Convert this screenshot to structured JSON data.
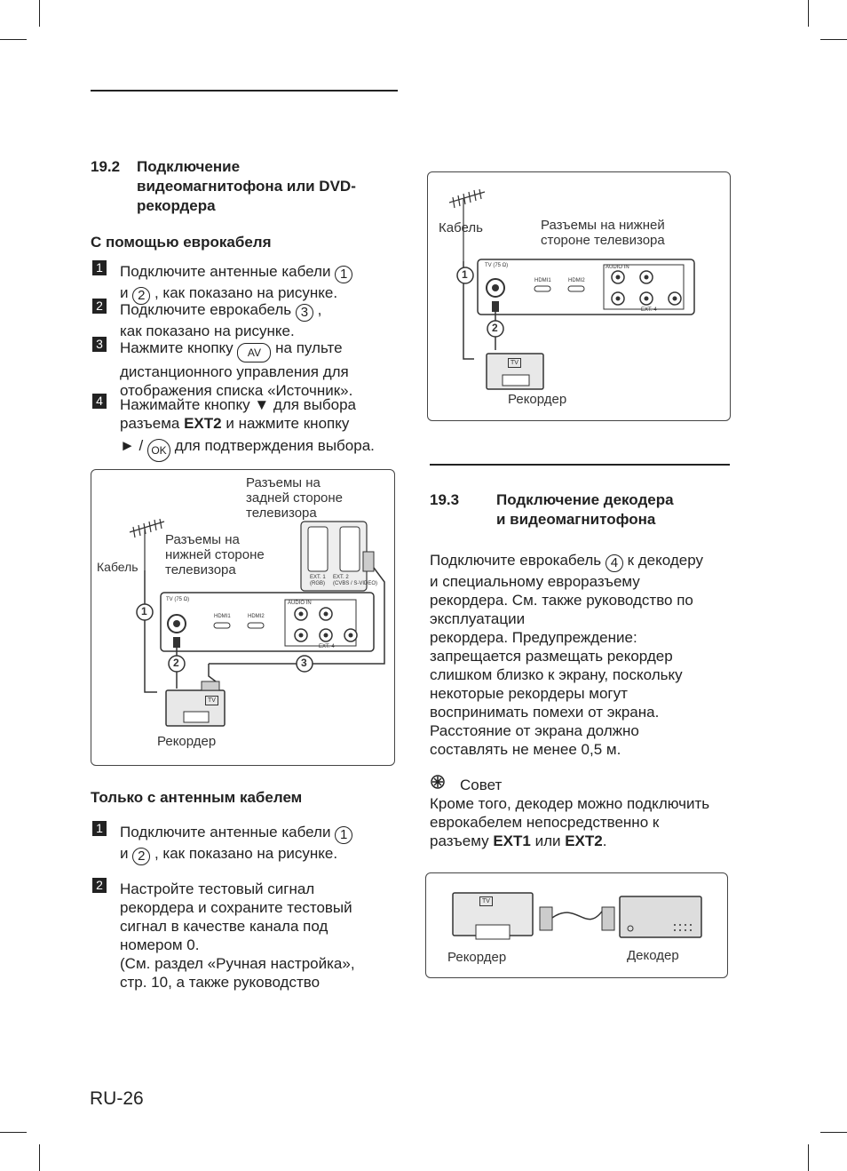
{
  "section_19_2": {
    "number": "19.2",
    "title_l1": "Подключение",
    "title_l2": "видеомагнитофона или DVD-",
    "title_l3": "рекордера",
    "subheading": "С помощью еврокабеля",
    "steps": [
      {
        "num": "1",
        "l1a": "Подключите антенные кабели ",
        "c1": "1",
        "l2a": "и ",
        "c2": "2",
        "l2b": " , как показано на рисунке."
      },
      {
        "num": "2",
        "l1a": "Подключите еврокабель ",
        "c1": "3",
        "l1b": " ,",
        "l2": "как показано на рисунке."
      },
      {
        "num": "3",
        "l1a": "Нажмите кнопку ",
        "btn": "AV",
        "l1b": " на пульте",
        "l2": "дистанционного управления для",
        "l3": "отображения списка «Источник»."
      },
      {
        "num": "4",
        "l1": "Нажимайте кнопку ▼ для выбора",
        "l2a": "разъема ",
        "l2bold": "EXT2",
        "l2b": " и нажмите кнопку",
        "l3a": "► / ",
        "btn": "OK",
        "l3b": " для подтверждения выбора."
      }
    ],
    "diagram": {
      "rear_label_l1": "Разъемы на",
      "rear_label_l2": "задней стороне",
      "rear_label_l3": "телевизора",
      "bottom_label_l1": "Разъемы на",
      "bottom_label_l2": "нижней стороне",
      "bottom_label_l3": "телевизора",
      "cable_label": "Кабель",
      "recorder_label": "Рекордер",
      "tv_port": "TV (75 Ω)",
      "hdmi1": "HDMI1",
      "hdmi2": "HDMI2",
      "audio_in": "AUDIO IN",
      "ext4": "EXT. 4",
      "ext1": "EXT. 1",
      "ext1_sub": "(RGB)",
      "ext2": "EXT. 2",
      "ext2_sub": "(CVBS / S-VIDEO)",
      "n1": "1",
      "n2": "2",
      "n3": "3",
      "tv_badge": "TV"
    }
  },
  "section_antenna_only": {
    "subheading": "Только с антенным кабелем",
    "step1": {
      "num": "1",
      "l1a": "Подключите антенные кабели ",
      "c1": "1",
      "l2a": "и ",
      "c2": "2",
      "l2b": " , как показано на рисунке."
    },
    "step2": {
      "num": "2",
      "l1": "Настройте тестовый сигнал",
      "l2": "рекордера и сохраните тестовый",
      "l3": "сигнал в качестве канала под",
      "l4": "номером 0.",
      "l5": "(См. раздел «Ручная настройка»,",
      "l6": "стр. 10, а также руководство"
    }
  },
  "diagram_top_right": {
    "cable_label": "Кабель",
    "bottom_label_l1": "Разъемы на нижней",
    "bottom_label_l2": "стороне телевизора",
    "recorder_label": "Рекордер",
    "tv_port": "TV (75 Ω)",
    "hdmi1": "HDMI1",
    "hdmi2": "HDMI2",
    "audio_in": "AUDIO IN",
    "ext4": "EXT. 4",
    "n1": "1",
    "n2": "2",
    "tv_badge": "TV"
  },
  "section_19_3": {
    "number": "19.3",
    "title_l1": "Подключение декодера",
    "title_l2": "и видеомагнитофона",
    "p1a": "Подключите еврокабель ",
    "c4": "4",
    "p1b": " к декодеру",
    "p2": "и специальному евроразъему",
    "p3": "рекордера. См. также руководство по",
    "p4": "эксплуатации",
    "p5": "рекордера. Предупреждение:",
    "p6": "запрещается размещать рекордер",
    "p7": "слишком близко к экрану, поскольку",
    "p8": "некоторые рекордеры могут",
    "p9": "воспринимать помехи от экрана.",
    "p10": "Расстояние от экрана должно",
    "p11": "составлять не менее 0,5 м.",
    "tip_label": "Совет",
    "t1": "Кроме того, декодер можно подключить",
    "t2": "еврокабелем непосредственно к",
    "t3a": "разъему ",
    "t3b1": "EXT1",
    "t3c": " или ",
    "t3b2": "EXT2",
    "t3d": ".",
    "recorder_label": "Рекордер",
    "decoder_label": "Декодер",
    "tv_badge": "TV"
  },
  "footer": {
    "page": "RU-26"
  }
}
